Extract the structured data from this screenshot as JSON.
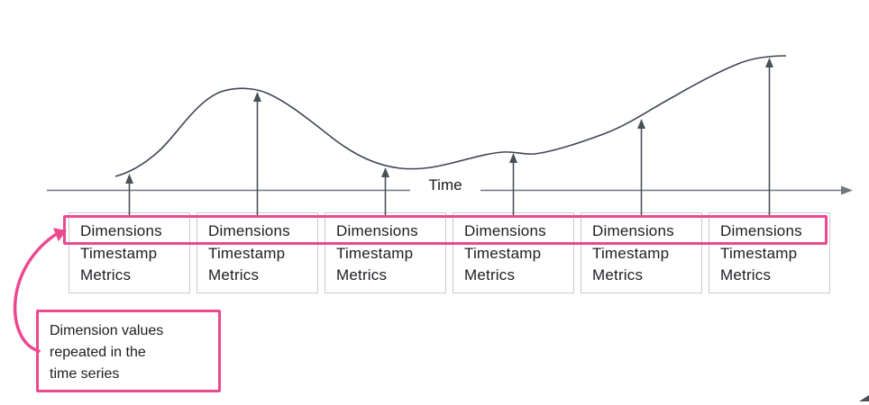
{
  "axis": {
    "label": "Time"
  },
  "records": [
    {
      "fields": [
        "Dimensions",
        "Timestamp",
        "Metrics"
      ]
    },
    {
      "fields": [
        "Dimensions",
        "Timestamp",
        "Metrics"
      ]
    },
    {
      "fields": [
        "Dimensions",
        "Timestamp",
        "Metrics"
      ]
    },
    {
      "fields": [
        "Dimensions",
        "Timestamp",
        "Metrics"
      ]
    },
    {
      "fields": [
        "Dimensions",
        "Timestamp",
        "Metrics"
      ]
    },
    {
      "fields": [
        "Dimensions",
        "Timestamp",
        "Metrics"
      ]
    }
  ],
  "callout": {
    "lines": [
      "Dimension values",
      "repeated in the",
      "time series"
    ]
  },
  "palette": {
    "accent_pink": "#ec4890",
    "curve_stroke": "#3e4554",
    "axis_stroke": "#70757e",
    "box_border": "#c6c9ce",
    "text": "#1b1d22"
  }
}
